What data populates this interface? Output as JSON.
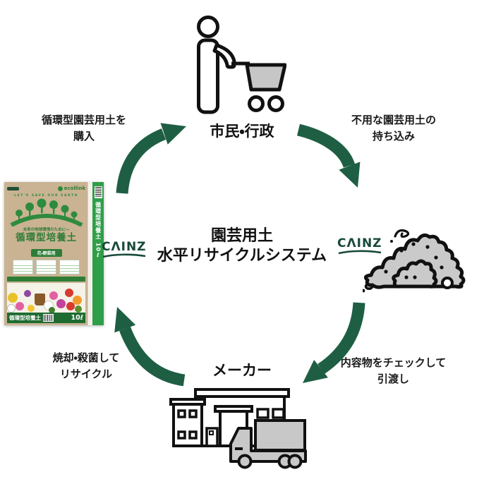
{
  "title": {
    "line1": "園芸用土",
    "line2": "水平リサイクルシステム"
  },
  "nodes": {
    "citizens": {
      "label": "市民・行政",
      "icon": "person-with-shopping-cart"
    },
    "store": {
      "brand": "CAINZ",
      "brand_display": "CΛINZ",
      "icon": "soil-pile"
    },
    "maker": {
      "label": "メーカー",
      "icon": "factory-with-truck"
    },
    "product": {
      "brand": "CAINZ",
      "brand_display": "CΛINZ",
      "icon": "recycled-soil-bag"
    }
  },
  "steps": {
    "purchase": {
      "line1": "循環型園芸用土を",
      "line2": "購入"
    },
    "bring_in": {
      "line1": "不用な園芸用土の",
      "line2": "持ち込み"
    },
    "handover": {
      "line1": "内容物をチェックして",
      "line2": "引渡し"
    },
    "recycle": {
      "line1": "焼却・殺菌して",
      "line2": "リサイクル"
    }
  },
  "product_bag": {
    "eco_logo": "ecollink",
    "slogan": "LET'S SAVE OUR EARTH",
    "tagline": "未来の地球環境のために—",
    "name": "循環型培養土",
    "use": "花・野菜用",
    "bottom_label": "循環型培養土",
    "volume": "10ℓ",
    "side_label": "循環型培養土 10ℓ"
  },
  "colors": {
    "arrow_green": "#1e5f44",
    "cainz_green": "#17493a",
    "bag_green": "#2e7d36",
    "banner_green": "#1e6b31",
    "soil_gray": "#cacaca",
    "text_black": "#1a1a1a"
  }
}
